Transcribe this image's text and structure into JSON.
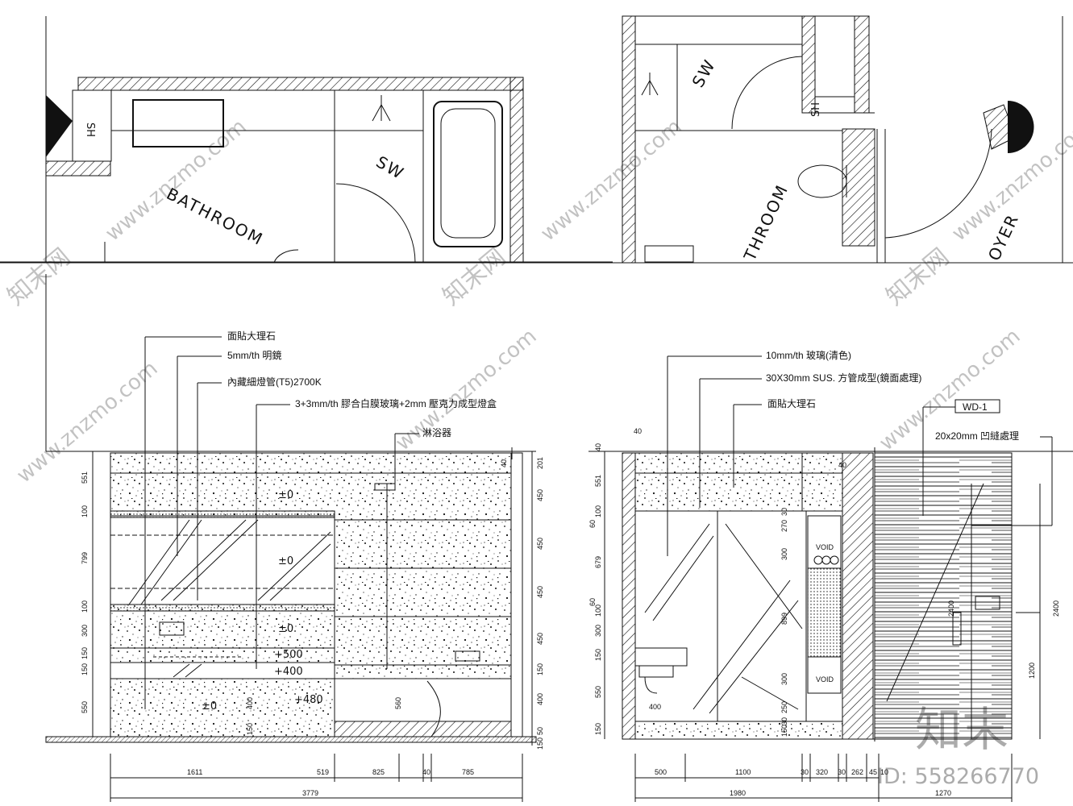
{
  "plan_left": {
    "room_label": "BATHROOM",
    "shower_label": "SW",
    "sh_label": "SH"
  },
  "plan_right": {
    "room_label": "THROOM",
    "shower_label": "SW",
    "sh_label": "SH",
    "foyer_label": "OYER"
  },
  "elevation_left": {
    "annotations": [
      "面貼大理石",
      "5mm/th 明鏡",
      "內藏細燈管(T5)2700K",
      "3+3mm/th 膠合白膜玻璃+2mm 壓克力成型燈盒",
      "淋浴器"
    ],
    "level_marks": [
      "±0",
      "±0",
      "±0",
      "±0",
      "+500",
      "+400",
      "+480"
    ],
    "vert_dims": [
      "551",
      "100",
      "799",
      "100",
      "300",
      "150",
      "150",
      "550"
    ],
    "right_dims": [
      "201",
      "450",
      "450",
      "450",
      "450",
      "150",
      "400",
      "50",
      "150"
    ],
    "inner_dims": [
      "400",
      "150",
      "560",
      "40"
    ],
    "bottom_dims": [
      "1611",
      "519",
      "825",
      "40",
      "785"
    ],
    "total_dim": "3779"
  },
  "elevation_right": {
    "annotations": [
      "10mm/th 玻璃(清色)",
      "30X30mm SUS. 方管成型(鏡面處理)",
      "面貼大理石",
      "WD-1",
      "20x20mm 凹縫處理"
    ],
    "void_labels": [
      "VOID",
      "VOID"
    ],
    "vert_dims": [
      "40",
      "551",
      "100",
      "60",
      "679",
      "60",
      "100",
      "300",
      "150",
      "550",
      "150"
    ],
    "top_dims": [
      "40",
      "40"
    ],
    "inner_dims": [
      "270",
      "30",
      "300",
      "899",
      "300",
      "250",
      "30",
      "150",
      "400"
    ],
    "door_dims": [
      "2400",
      "2400",
      "1200"
    ],
    "bottom_dims": [
      "500",
      "1100",
      "30",
      "320",
      "30",
      "262",
      "45",
      "10"
    ],
    "totals": [
      "1980",
      "1270"
    ]
  },
  "watermarks": [
    "www.znzmo.com",
    "知末网",
    "知末"
  ],
  "id_text": "ID: 558266770"
}
